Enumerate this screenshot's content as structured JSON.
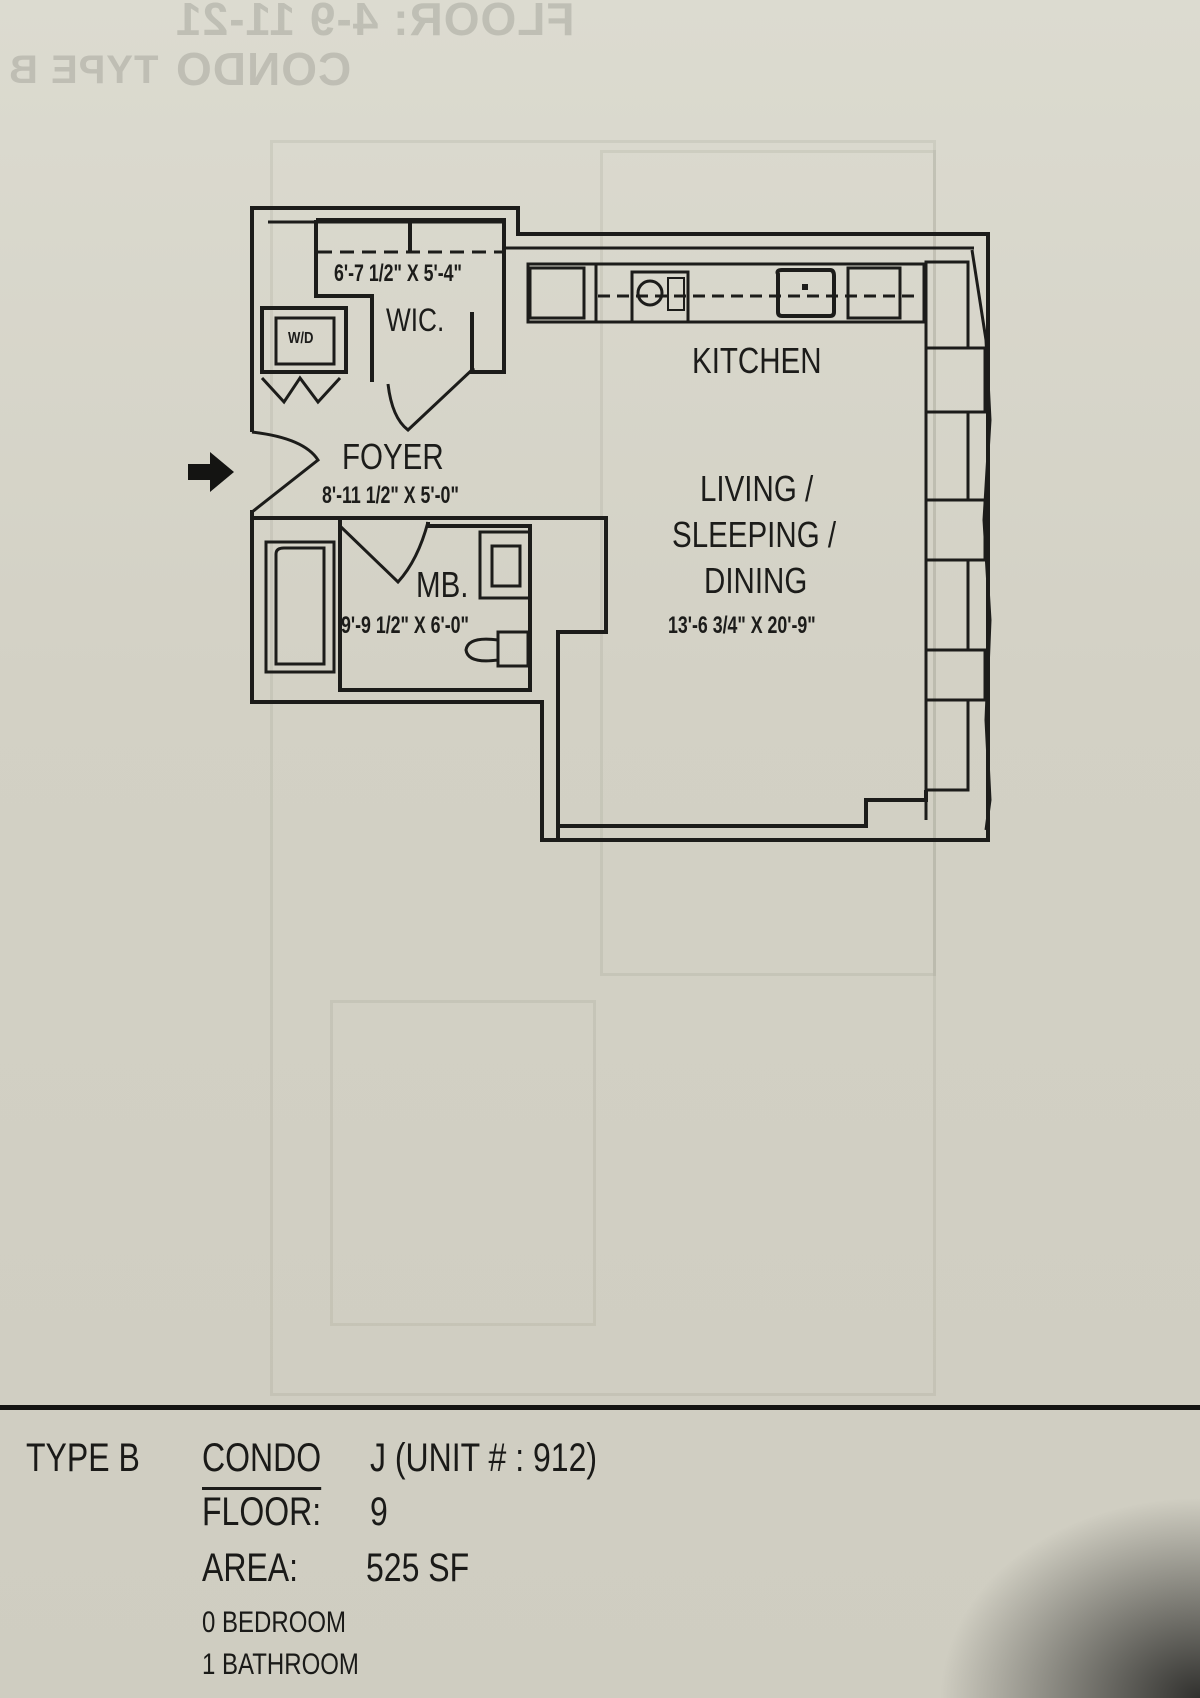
{
  "document": {
    "kind": "condo floor plan sheet",
    "background_color": "#d4d2c6",
    "ink_color": "#1c1c1a"
  },
  "bleed_through_header": {
    "line1": "FLOOR: 4-9 11-21",
    "line2": "CONDO",
    "side": "TYPE B"
  },
  "rooms": {
    "wic": {
      "name": "WIC.",
      "dimensions": "6'-7 1/2\" X 5'-4\""
    },
    "laundry": {
      "name": "W/D"
    },
    "foyer": {
      "name": "FOYER",
      "dimensions": "8'-11 1/2\" X 5'-0\""
    },
    "bath": {
      "name": "MB.",
      "dimensions": "9'-9 1/2\" X 6'-0\""
    },
    "kitchen": {
      "name": "KITCHEN"
    },
    "living": {
      "name_line1": "LIVING /",
      "name_line2": "SLEEPING /",
      "name_line3": "DINING",
      "dimensions": "13'-6 3/4\" X 20'-9\""
    }
  },
  "entry": {
    "icon": "entry-arrow-icon"
  },
  "unit_info": {
    "type": "TYPE B",
    "condo_label": "CONDO",
    "condo_value": "J (UNIT # : 912)",
    "floor_label": "FLOOR:",
    "floor_value": "9",
    "area_label": "AREA:",
    "area_value": "525 SF",
    "bedrooms": "0 BEDROOM",
    "bathrooms": "1 BATHROOM"
  }
}
